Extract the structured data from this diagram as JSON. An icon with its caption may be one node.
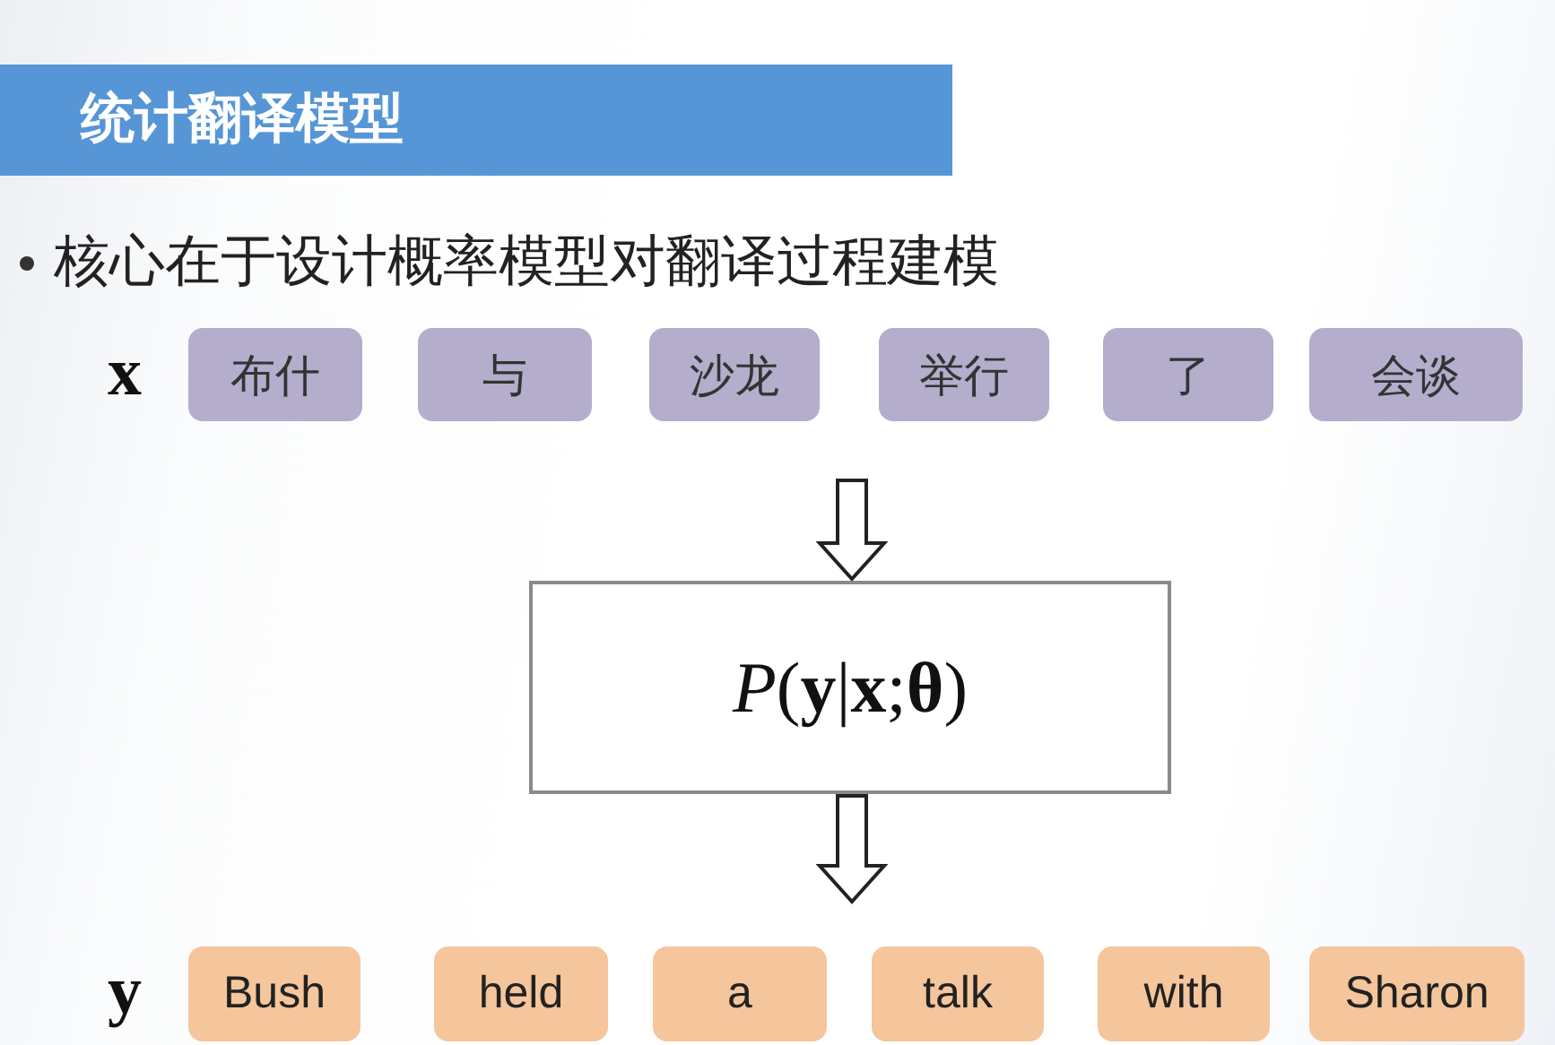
{
  "diagram": {
    "title": "统计翻译模型",
    "nodes": [
      {
        "text": [
          "布什"
        ]
      },
      {
        "text": [
          "与"
        ]
      },
      {
        "text": [
          "沙龙"
        ]
      },
      {
        "text": [
          "举行"
        ]
      },
      {
        "text": [
          "了"
        ]
      },
      {
        "text": [
          "会谈"
        ]
      },
      {
        "text": [
          "*P*(**y**|**x**;**θ**)"
        ]
      },
      {
        "text": [
          "Bush"
        ]
      },
      {
        "text": [
          "held"
        ]
      },
      {
        "text": [
          "a"
        ]
      },
      {
        "text": [
          "talk"
        ]
      },
      {
        "text": [
          "with"
        ]
      },
      {
        "text": [
          "Sharon"
        ]
      }
    ],
    "edges": [
      {
        "from": null,
        "to": 6,
        "arrow": "to"
      },
      {
        "from": 6,
        "to": null,
        "arrow": "to"
      }
    ],
    "labels": [
      "核心在于设计概率模型对翻译过程建模",
      "x",
      "y"
    ]
  }
}
